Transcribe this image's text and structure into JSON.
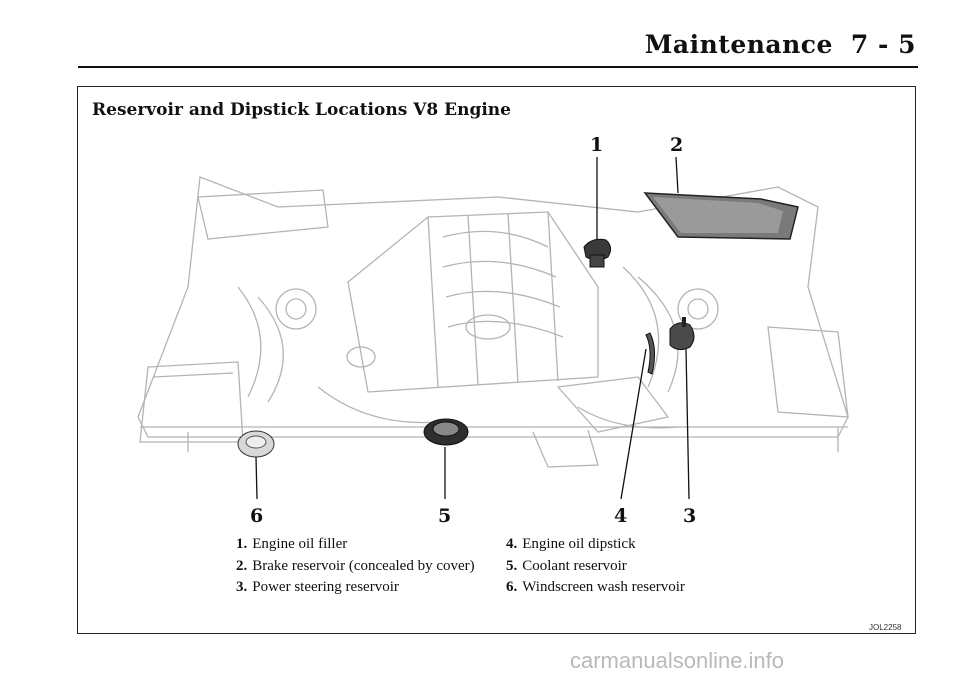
{
  "header": {
    "section": "Maintenance",
    "page": "7 - 5"
  },
  "figure": {
    "title": "Reservoir and Dipstick Locations V8 Engine",
    "code": "JOL2258",
    "callouts": [
      "1",
      "2",
      "3",
      "4",
      "5",
      "6"
    ]
  },
  "legend": [
    {
      "num": "1.",
      "label": "Engine oil filler"
    },
    {
      "num": "2.",
      "label": "Brake reservoir (concealed by cover)"
    },
    {
      "num": "3.",
      "label": "Power steering reservoir"
    },
    {
      "num": "4.",
      "label": "Engine oil dipstick"
    },
    {
      "num": "5.",
      "label": "Coolant reservoir"
    },
    {
      "num": "6.",
      "label": "Windscreen wash reservoir"
    }
  ],
  "footer": {
    "watermark": "carmanualsonline.info"
  }
}
